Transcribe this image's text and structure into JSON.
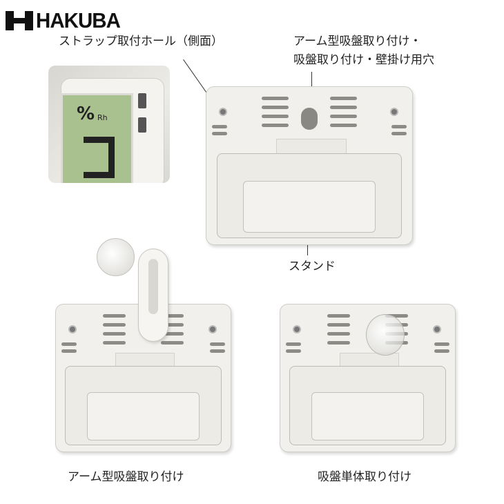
{
  "brand": {
    "logo_text": "HAKUBA"
  },
  "labels": {
    "strap_hole": "ストラップ取付ホール（側面）",
    "mount_line1": "アーム型吸盤取り付け・",
    "mount_line2": "吸盤取り付け・壁掛け用穴",
    "stand": "スタンド"
  },
  "inset": {
    "humidity_unit": "%",
    "humidity_sub": "Rh"
  },
  "captions": {
    "arm_suction": "アーム型吸盤取り付け",
    "suction_only": "吸盤単体取り付け"
  },
  "colors": {
    "lcd": "#a9c18f",
    "body": "#f1f0ec",
    "text": "#222222"
  }
}
